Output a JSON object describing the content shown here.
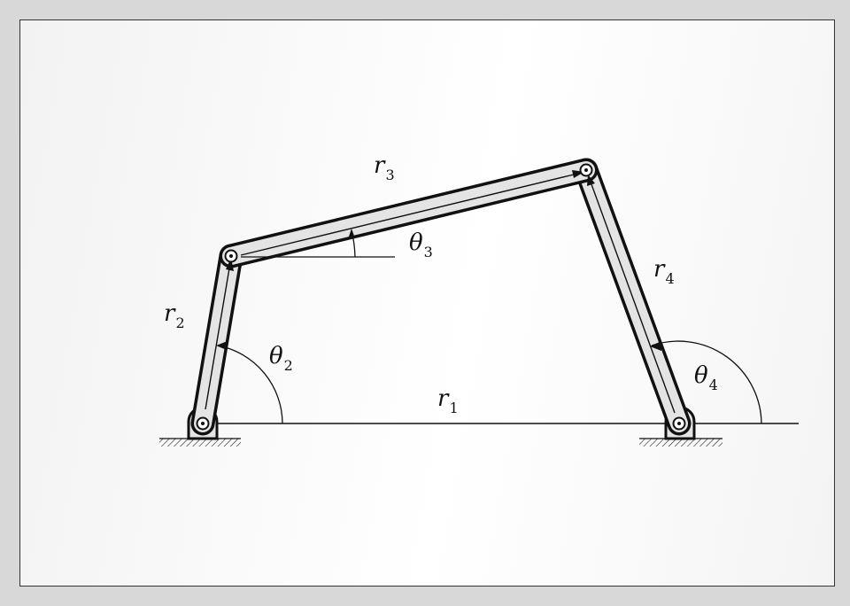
{
  "labels": {
    "r1": {
      "sym": "r",
      "sub": "1"
    },
    "r2": {
      "sym": "r",
      "sub": "2"
    },
    "r3": {
      "sym": "r",
      "sub": "3"
    },
    "r4": {
      "sym": "r",
      "sub": "4"
    },
    "theta2": {
      "sym": "θ",
      "sub": "2"
    },
    "theta3": {
      "sym": "θ",
      "sub": "3"
    },
    "theta4": {
      "sym": "θ",
      "sub": "4"
    }
  },
  "colors": {
    "link_fill": "#e4e4e4",
    "stroke": "#111111"
  }
}
